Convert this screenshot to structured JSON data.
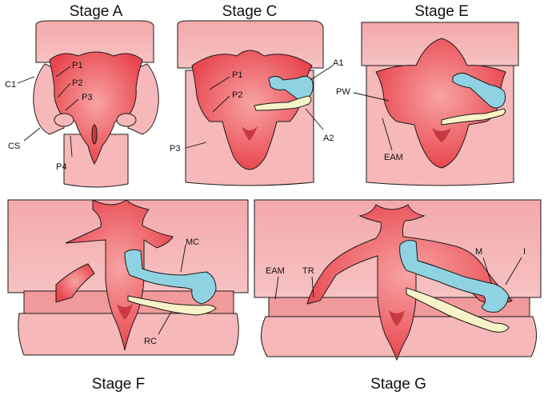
{
  "colors": {
    "tissue_light": "#f6b8b8",
    "tissue_mid": "#f19a9c",
    "arch_red": "#e8474f",
    "arch_center": "#f58c8c",
    "cartilage_blue": "#8fd3e3",
    "cartilage_cream": "#f8f3c8",
    "outline": "#1a1a1a"
  },
  "panels": [
    {
      "id": "stage-a",
      "title": "Stage A",
      "labels": {
        "c1": "C1",
        "p1": "P1",
        "p2": "P2",
        "p3": "P3",
        "cs": "CS",
        "p4": "P4"
      }
    },
    {
      "id": "stage-c",
      "title": "Stage C",
      "labels": {
        "p1": "P1",
        "p2": "P2",
        "p3": "P3",
        "a1": "A1",
        "a2": "A2"
      }
    },
    {
      "id": "stage-e",
      "title": "Stage E",
      "labels": {
        "pw": "PW",
        "eam": "EAM"
      }
    },
    {
      "id": "stage-f",
      "title": "Stage F",
      "labels": {
        "mc": "MC",
        "rc": "RC"
      }
    },
    {
      "id": "stage-g",
      "title": "Stage G",
      "labels": {
        "eam": "EAM",
        "tr": "TR",
        "m": "M",
        "i": "I"
      }
    }
  ]
}
